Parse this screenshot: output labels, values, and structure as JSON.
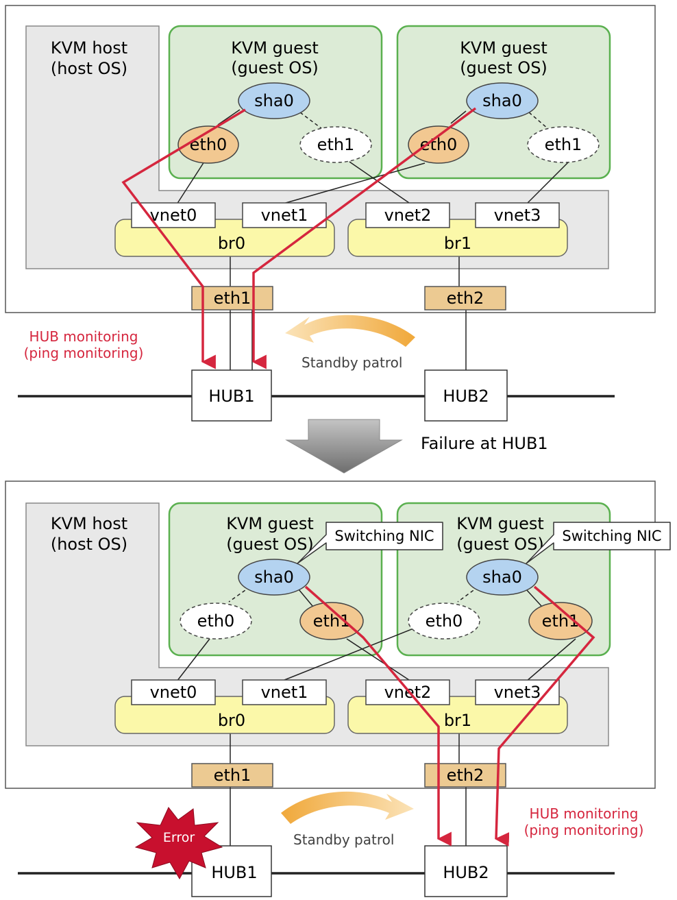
{
  "colors": {
    "host_fill": "#e8e8e8",
    "guest_fill": "#dcebd6",
    "guest_border": "#5ab04f",
    "bridge_fill": "#fbf8a9",
    "phys_nic_fill": "#ecca92",
    "sha_fill": "#b4d3f0",
    "active_eth_fill": "#f2c891",
    "route_red": "#d5263e",
    "patrol_orange": "#f0b24a",
    "error_red": "#c8102e"
  },
  "top": {
    "host_label_line1": "KVM host",
    "host_label_line2": "(host OS)",
    "guests": [
      {
        "title1": "KVM guest",
        "title2": "(guest OS)",
        "sha": "sha0",
        "eth_active": "eth0",
        "eth_standby": "eth1"
      },
      {
        "title1": "KVM guest",
        "title2": "(guest OS)",
        "sha": "sha0",
        "eth_active": "eth0",
        "eth_standby": "eth1"
      }
    ],
    "vnets": [
      "vnet0",
      "vnet1",
      "vnet2",
      "vnet3"
    ],
    "bridges": [
      "br0",
      "br1"
    ],
    "phys_nics": [
      "eth1",
      "eth2"
    ],
    "hubs": [
      "HUB1",
      "HUB2"
    ],
    "monitoring_line1": "HUB monitoring",
    "monitoring_line2": "(ping monitoring)",
    "standby_patrol": "Standby patrol"
  },
  "transition": {
    "label": "Failure at HUB1"
  },
  "bottom": {
    "host_label_line1": "KVM host",
    "host_label_line2": "(host OS)",
    "guests": [
      {
        "title1": "KVM guest",
        "title2": "(guest OS)",
        "sha": "sha0",
        "eth_standby": "eth0",
        "eth_active": "eth1",
        "callout": "Switching NIC"
      },
      {
        "title1": "KVM guest",
        "title2": "(guest OS)",
        "sha": "sha0",
        "eth_standby": "eth0",
        "eth_active": "eth1",
        "callout": "Switching NIC"
      }
    ],
    "vnets": [
      "vnet0",
      "vnet1",
      "vnet2",
      "vnet3"
    ],
    "bridges": [
      "br0",
      "br1"
    ],
    "phys_nics": [
      "eth1",
      "eth2"
    ],
    "hubs": [
      "HUB1",
      "HUB2"
    ],
    "error_label": "Error",
    "monitoring_line1": "HUB monitoring",
    "monitoring_line2": "(ping monitoring)",
    "standby_patrol": "Standby patrol"
  }
}
